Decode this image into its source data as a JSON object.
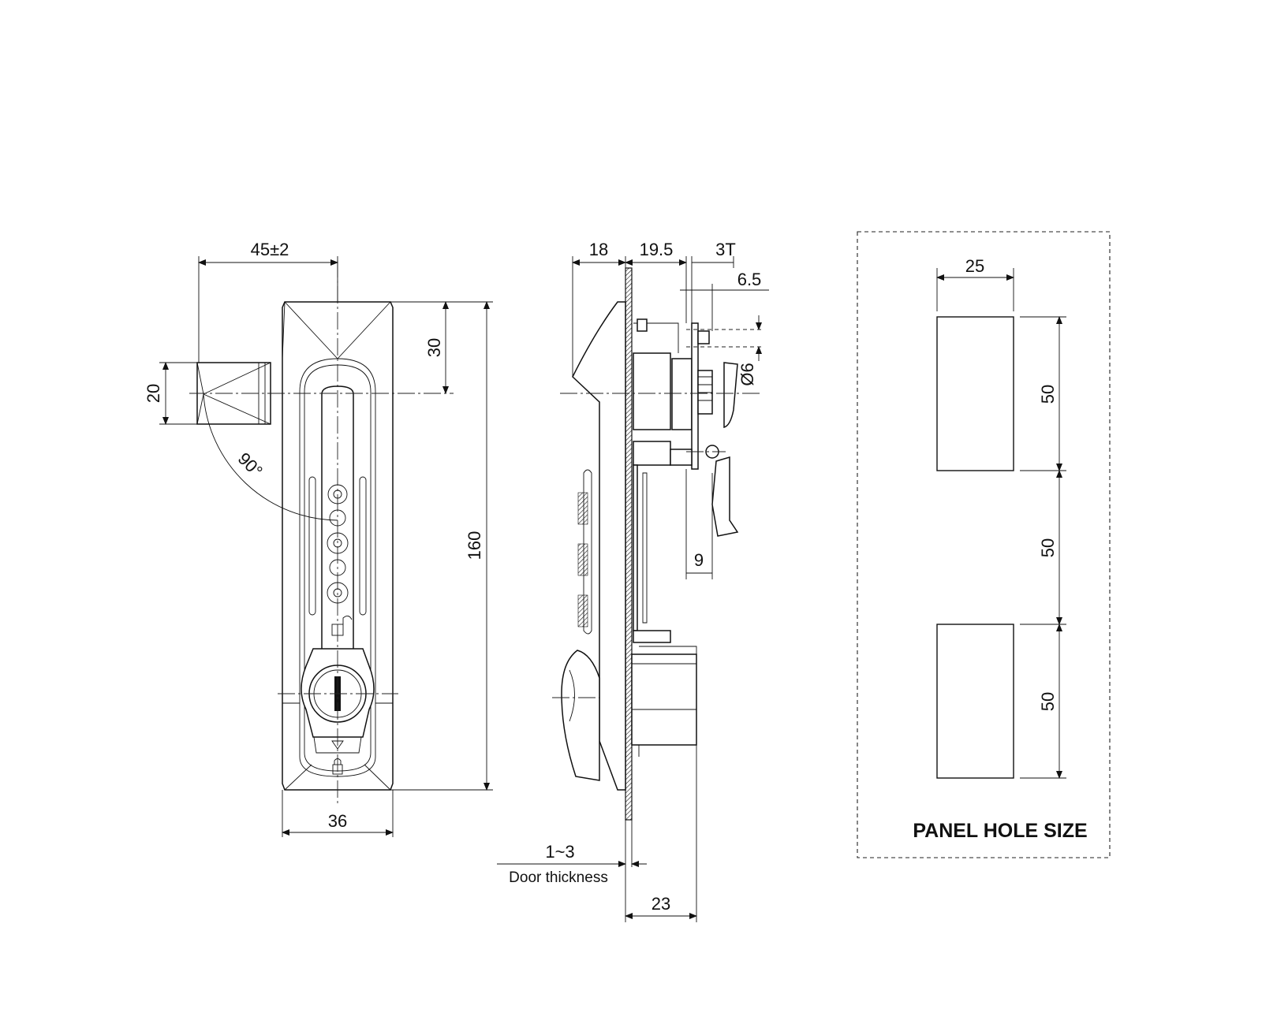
{
  "front_view": {
    "dim_width_open": "45±2",
    "dim_handle_top": "30",
    "dim_handle_height": "20",
    "dim_total_height": "160",
    "dim_body_width": "36",
    "dim_angle": "90°"
  },
  "side_view": {
    "dim_handle_depth": "18",
    "dim_body_depth": "19.5",
    "dim_cam_thickness": "3T",
    "dim_cam_offset": "6.5",
    "dim_shaft_diameter": "Ø6",
    "dim_cam_length": "9",
    "dim_door_range": "1~3",
    "door_thickness_label": "Door thickness",
    "dim_rear_depth": "23"
  },
  "panel_hole": {
    "dim_hole_width": "25",
    "dim_hole_height": "50",
    "dim_hole_gap": "50",
    "dim_hole_height_2": "50",
    "title": "PANEL HOLE SIZE"
  }
}
